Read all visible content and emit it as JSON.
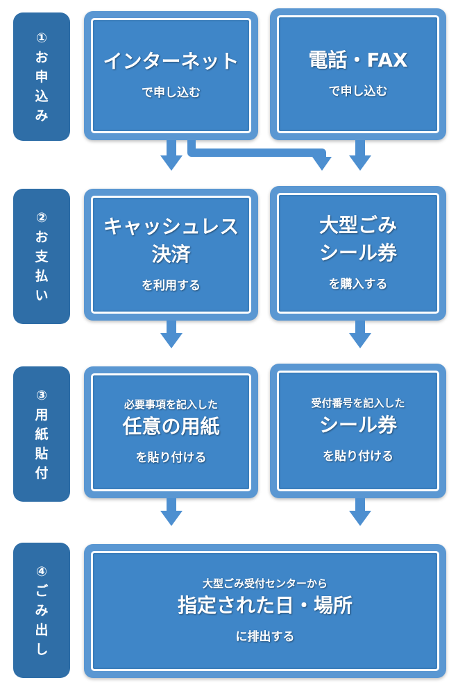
{
  "colors": {
    "tab": "#2f6ea7",
    "box": "#5a97d2",
    "arrow": "#4d8fd0",
    "text": "#ffffff"
  },
  "steps": [
    {
      "label": [
        "①",
        "お",
        "申",
        "込",
        "み"
      ]
    },
    {
      "label": [
        "②",
        "お",
        "支",
        "払",
        "い"
      ]
    },
    {
      "label": [
        "③",
        "用",
        "紙",
        "貼",
        "付"
      ]
    },
    {
      "label": [
        "④",
        "ご",
        "み",
        "出",
        "し"
      ]
    }
  ],
  "boxes": {
    "internet": {
      "main": "インターネット",
      "sub": "で申し込む"
    },
    "phone": {
      "main": "電話・FAX",
      "sub": "で申し込む"
    },
    "cashless": {
      "main1": "キャッシュレス",
      "main2": "決済",
      "sub": "を利用する"
    },
    "sticker_buy": {
      "main1": "大型ごみ",
      "main2": "シール券",
      "sub": "を購入する"
    },
    "paper": {
      "top": "必要事項を記入した",
      "main": "任意の用紙",
      "sub": "を貼り付ける"
    },
    "sticker_attach": {
      "top": "受付番号を記入した",
      "main": "シール券",
      "sub": "を貼り付ける"
    },
    "disposal": {
      "top": "大型ごみ受付センターから",
      "main": "指定された日・場所",
      "sub": "に排出する"
    }
  }
}
